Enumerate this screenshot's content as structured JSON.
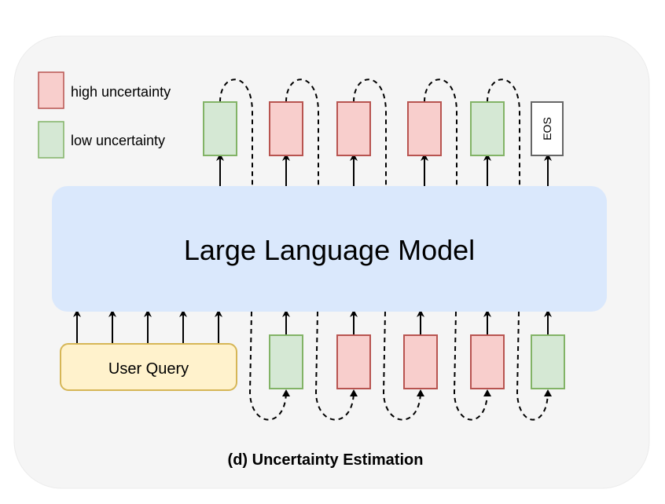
{
  "legend": {
    "high_label": "high uncertainty",
    "low_label": "low uncertainty"
  },
  "model": {
    "label": "Large Language Model"
  },
  "query": {
    "label": "User Query"
  },
  "eos": {
    "label": "EOS"
  },
  "caption": "(d) Uncertainty Estimation",
  "output_tokens": [
    "low",
    "high",
    "high",
    "high",
    "low"
  ],
  "input_tokens": [
    "low",
    "high",
    "high",
    "high",
    "low"
  ],
  "colors": {
    "background_panel": "#f5f5f5",
    "panel_border": "#e6e6e6",
    "model_fill": "#dae8fc",
    "query_fill": "#fff2cc",
    "query_stroke": "#d6b656",
    "high_fill": "#f8cecc",
    "high_stroke": "#b85450",
    "low_fill": "#d5e8d4",
    "low_stroke": "#82b366",
    "eos_stroke": "#666666",
    "line": "#000000"
  }
}
